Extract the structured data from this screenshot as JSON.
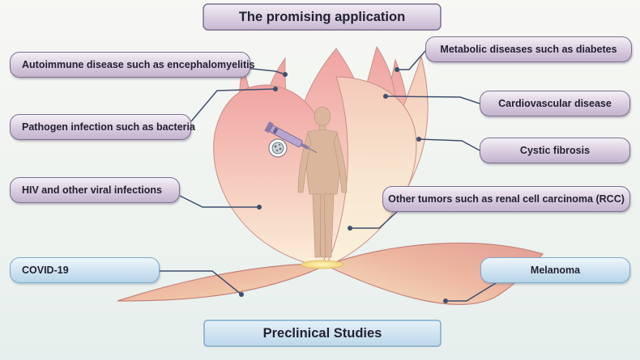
{
  "header": {
    "title": "The promising application"
  },
  "footer": {
    "title": "Preclinical Studies"
  },
  "applications": {
    "left": [
      {
        "key": "autoimmune",
        "label": "Autoimmune disease such as encephalomyelitis"
      },
      {
        "key": "pathogen",
        "label": "Pathogen infection such as bacteria"
      },
      {
        "key": "hiv",
        "label": "HIV and other viral infections"
      },
      {
        "key": "covid",
        "label": "COVID-19"
      }
    ],
    "right": [
      {
        "key": "metabolic",
        "label": "Metabolic diseases such as diabetes"
      },
      {
        "key": "cardio",
        "label": "Cardiovascular disease"
      },
      {
        "key": "cystic",
        "label": "Cystic fibrosis"
      },
      {
        "key": "tumors",
        "label": "Other tumors such as renal cell carcinoma (RCC)"
      },
      {
        "key": "melanoma",
        "label": "Melanoma"
      }
    ]
  },
  "colors": {
    "petal_pink": "#efa8a5",
    "petal_cream": "#f8ecd4",
    "connector": "#3f4f6c",
    "purple_border": "#7d6f8e",
    "blue_border": "#7fa9c9",
    "figure": "#d7b49a"
  },
  "icons": [
    "lotus-flower",
    "human-figure-icon",
    "syringe-icon",
    "virus-icon"
  ]
}
